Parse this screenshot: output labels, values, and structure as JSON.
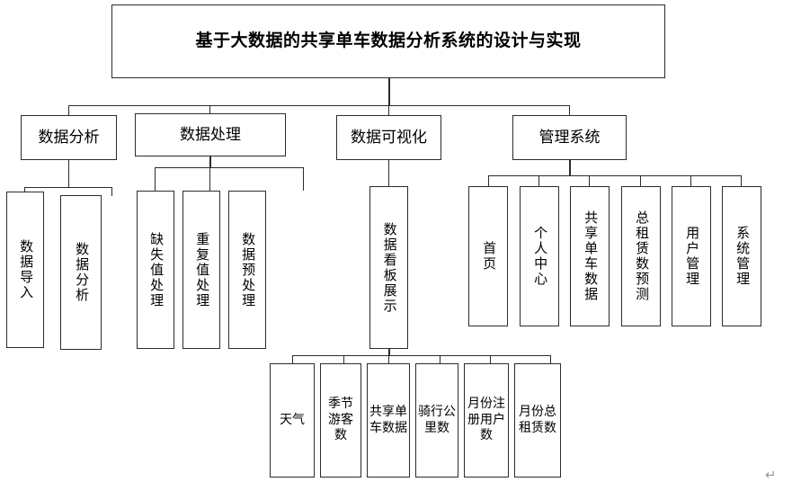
{
  "diagram": {
    "type": "tree",
    "title_box": {
      "label": "基于大数据的共享单车数据分析系统的设计与实现"
    },
    "level2": [
      {
        "label": "数据分析"
      },
      {
        "label": "数据处理"
      },
      {
        "label": "数据可视化"
      },
      {
        "label": "管理系统"
      }
    ],
    "data_analysis_children": [
      {
        "label": "数据导入"
      },
      {
        "label": "数据分析"
      }
    ],
    "data_processing_children": [
      {
        "label": "缺失值处理"
      },
      {
        "label": "重复值处理"
      },
      {
        "label": "数据预处理"
      }
    ],
    "visualization_children": [
      {
        "label": "数据看板展示"
      }
    ],
    "dashboard_children": [
      {
        "label": "天气"
      },
      {
        "label": "季节游客数"
      },
      {
        "label": "共享单车数据"
      },
      {
        "label": "骑行公里数"
      },
      {
        "label": "月份注册用户数"
      },
      {
        "label": "月份总租赁数"
      }
    ],
    "management_children": [
      {
        "label": "首页"
      },
      {
        "label": "个人中心"
      },
      {
        "label": "共享单车数据"
      },
      {
        "label": "总租赁数预测"
      },
      {
        "label": "用户管理"
      },
      {
        "label": "系统管理"
      }
    ],
    "marks": {
      "paragraph_mark": "↵"
    },
    "colors": {
      "line": "#2b2b2b",
      "background": "#ffffff",
      "text": "#000000",
      "mark": "#9a9a9a"
    }
  }
}
